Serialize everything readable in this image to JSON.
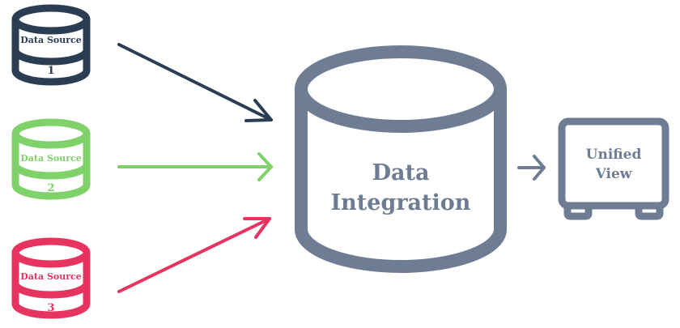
{
  "colors": {
    "source_1": "#2b3d52",
    "source_2": "#7fd16a",
    "source_3": "#e6335f",
    "hub": "#6e7d93",
    "view": "#6e7d93",
    "background": "#ffffff"
  },
  "sources": [
    {
      "label": "Data Source",
      "number": "1"
    },
    {
      "label": "Data Source",
      "number": "2"
    },
    {
      "label": "Data Source",
      "number": "3"
    }
  ],
  "hub": {
    "line1": "Data",
    "line2": "Integration"
  },
  "output": {
    "line1": "Unified",
    "line2": "View"
  }
}
